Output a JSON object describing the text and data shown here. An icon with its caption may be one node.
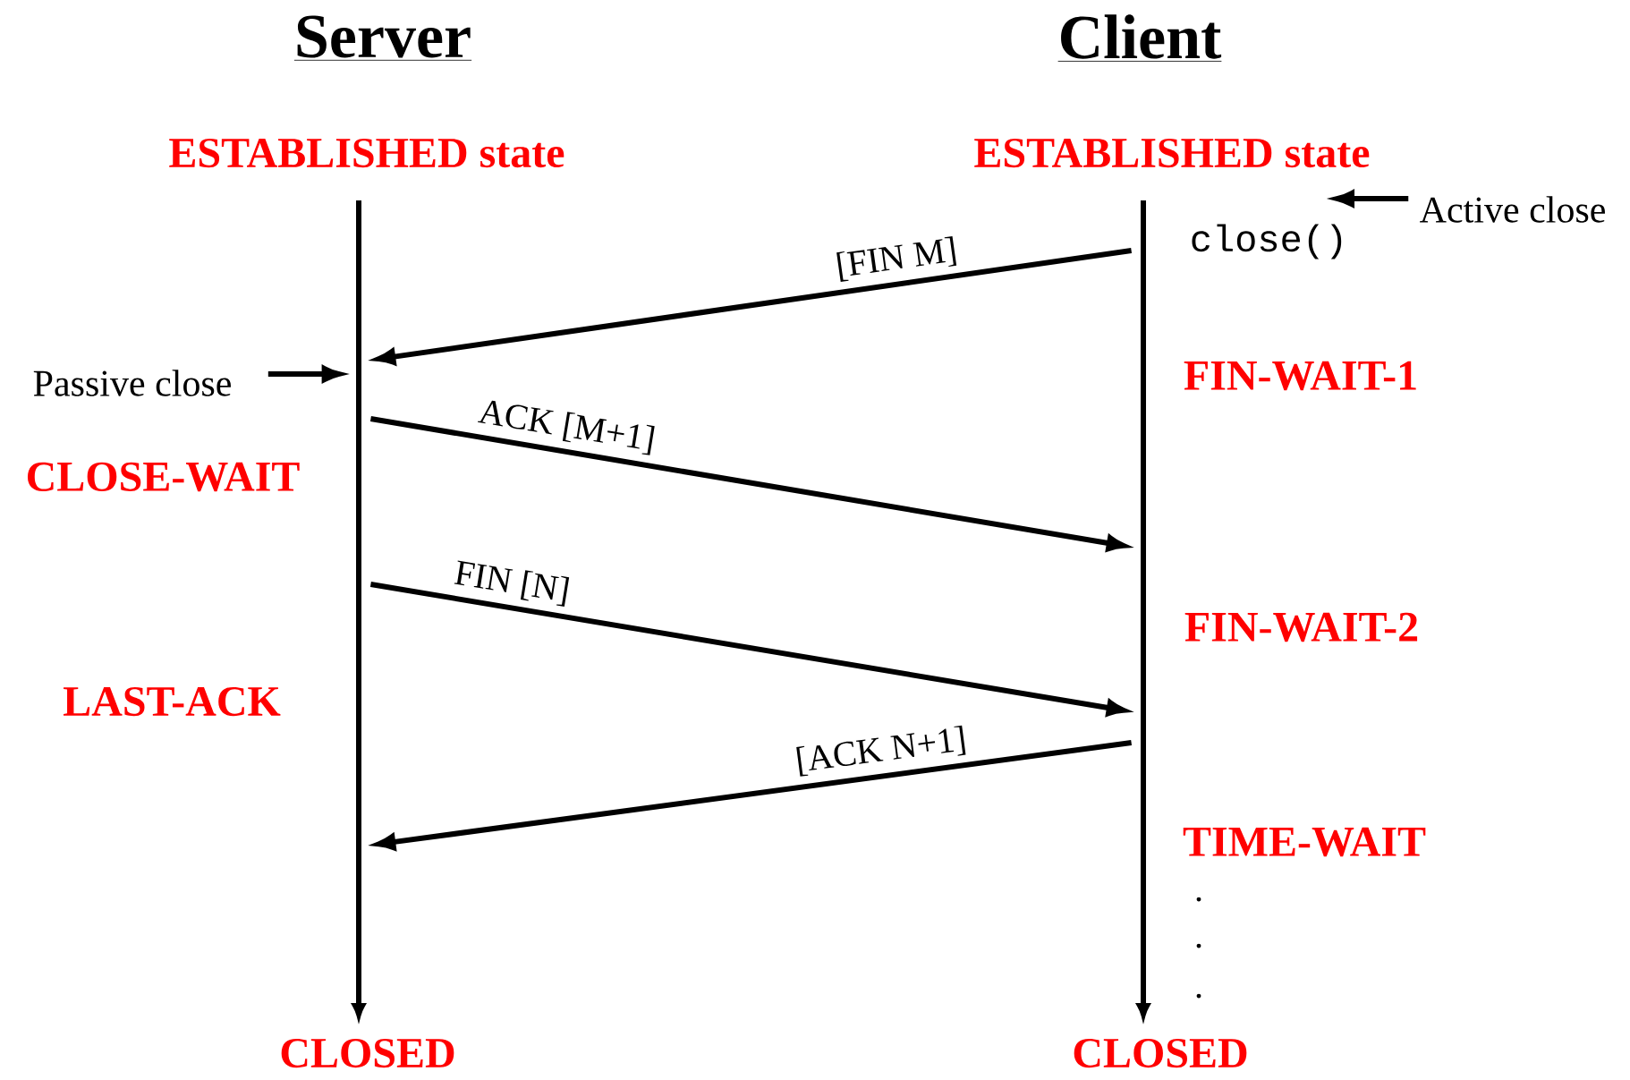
{
  "diagram": {
    "nodes": [
      {
        "text": [],
        "shape": "bar"
      },
      {
        "text": [],
        "shape": "bar"
      },
      {
        "text": [
          "Passive close"
        ]
      },
      {
        "text": [
          "Active close"
        ]
      },
      {
        "text": [
          "close()"
        ]
      }
    ],
    "edges": [
      {
        "from": 1,
        "to": 0,
        "arrow": "to",
        "label": "[FIN M]"
      },
      {
        "from": 0,
        "to": 1,
        "arrow": "to",
        "label": "ACK [M+1]"
      },
      {
        "from": 0,
        "to": 1,
        "arrow": "to",
        "label": "FIN [N]"
      },
      {
        "from": 1,
        "to": 0,
        "arrow": "to",
        "label": "[ACK N+1]"
      },
      {
        "from": 2,
        "to": 0,
        "arrow": "to"
      },
      {
        "from": 3,
        "to": 4,
        "arrow": "to"
      }
    ],
    "labels": [
      "Server",
      "Client",
      "ESTABLISHED state",
      "ESTABLISHED state",
      "FIN-WAIT-1",
      "CLOSE-WAIT",
      "FIN-WAIT-2",
      "LAST-ACK",
      "TIME-WAIT",
      ".",
      ".",
      ".",
      "CLOSED",
      "CLOSED"
    ]
  }
}
